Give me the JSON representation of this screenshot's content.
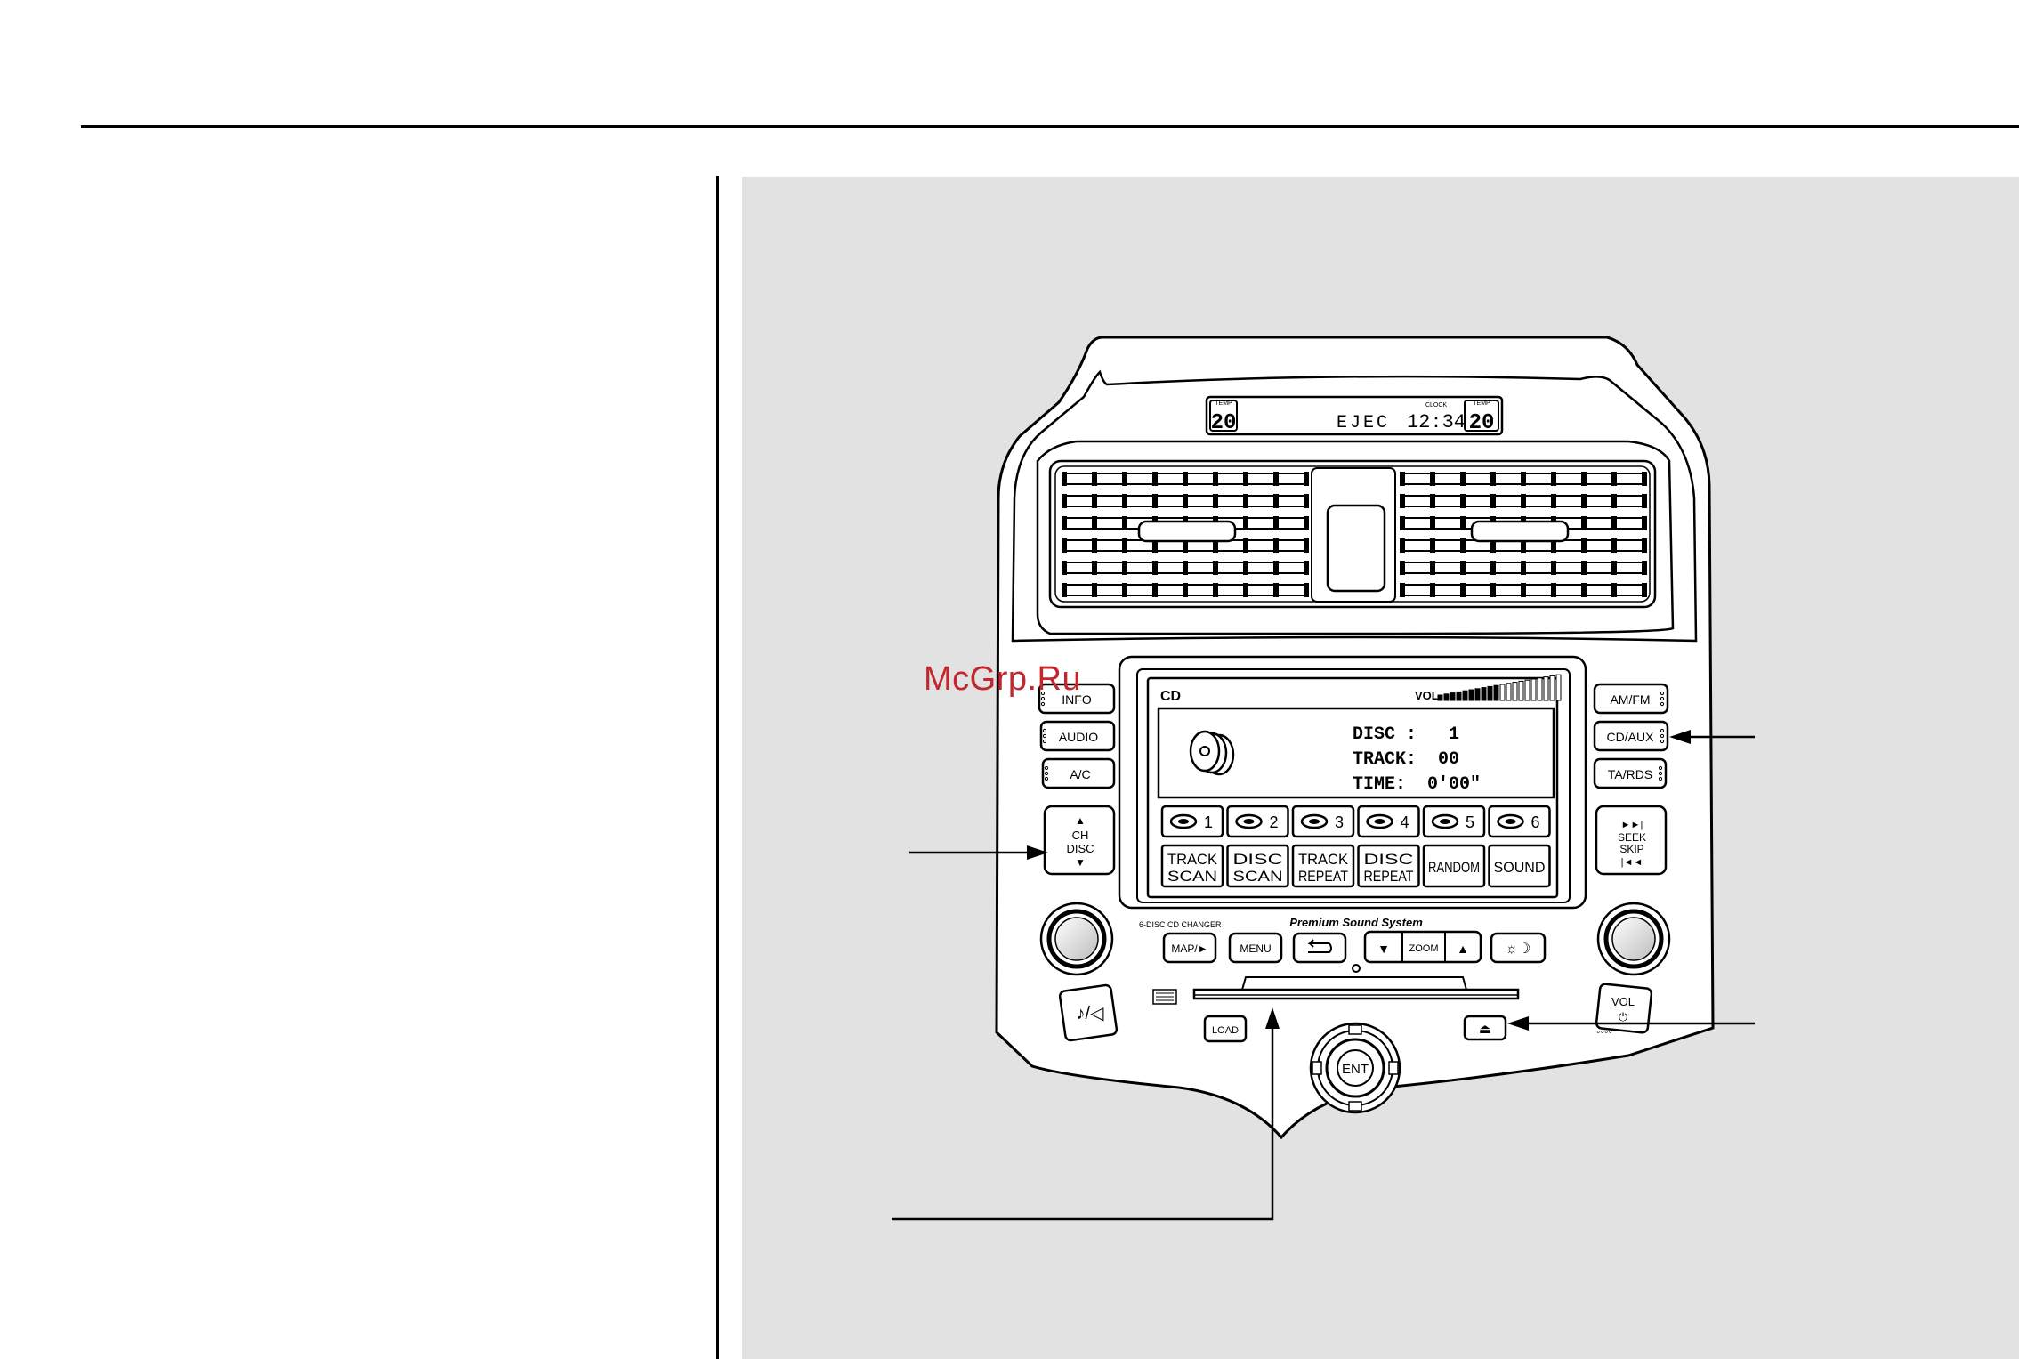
{
  "display_top": {
    "temp_left": "20",
    "temp_left_label": "TEMP",
    "status": "EJEC",
    "clock": "12:34",
    "clock_label": "CLOCK",
    "temp_right": "20",
    "temp_right_label": "TEMP"
  },
  "screen": {
    "mode": "CD",
    "vol_label": "VOL",
    "disc_line": "DISC :   1",
    "track_line": "TRACK:  00",
    "time_line": "TIME:  0'00\"",
    "disc_keys": [
      "1",
      "2",
      "3",
      "4",
      "5",
      "6"
    ],
    "function_keys": [
      {
        "line1": "TRACK",
        "line2": "SCAN"
      },
      {
        "line1": "DISC",
        "line2": "SCAN"
      },
      {
        "line1": "TRACK",
        "line2": "REPEAT"
      },
      {
        "line1": "DISC",
        "line2": "REPEAT"
      },
      {
        "line1": "RANDOM",
        "line2": ""
      },
      {
        "line1": "SOUND",
        "line2": ""
      }
    ]
  },
  "left_buttons": {
    "info": "INFO",
    "audio": "AUDIO",
    "ac": "A/C",
    "ch_line1": "CH",
    "ch_line2": "DISC"
  },
  "right_buttons": {
    "amfm": "AM/FM",
    "cdaux": "CD/AUX",
    "tards": "TA/RDS",
    "seek_line1": "SEEK",
    "seek_line2": "SKIP",
    "vol_label": "VOL"
  },
  "bottom_row": {
    "changer_label": "6-DISC CD CHANGER",
    "brand": "Premium Sound System",
    "map": "MAP/►",
    "menu": "MENU",
    "zoom": "ZOOM",
    "load": "LOAD",
    "ent": "ENT"
  },
  "watermark": "McGrp.Ru"
}
